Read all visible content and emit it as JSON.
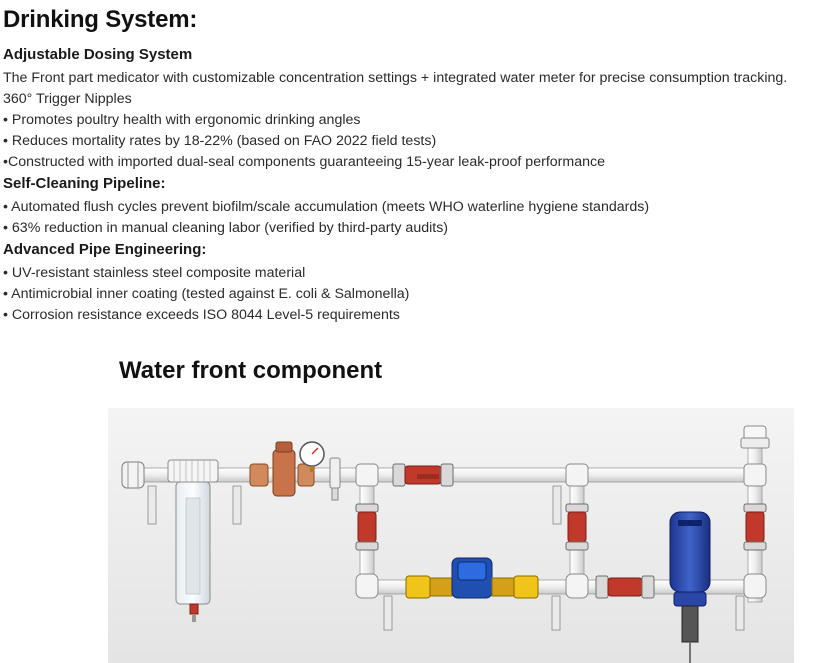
{
  "title": "Drinking System:",
  "lines": [
    {
      "text": "Adjustable Dosing System",
      "heading": true
    },
    {
      "text": "The Front part medicator with customizable concentration settings + integrated water meter for precise consumption tracking.",
      "heading": false
    },
    {
      "text": "360° Trigger Nipples",
      "heading": false
    },
    {
      "text": " • Promotes poultry health with ergonomic drinking angles",
      "heading": false
    },
    {
      "text": " • Reduces mortality rates by 18-22% (based on FAO 2022 field tests)",
      "heading": false
    },
    {
      "text": " •Constructed with imported dual-seal components guaranteeing 15-year leak-proof performance",
      "heading": false
    },
    {
      "text": "Self-Cleaning Pipeline:",
      "heading": true
    },
    {
      "text": " • Automated flush cycles prevent biofilm/scale accumulation (meets WHO waterline hygiene standards)",
      "heading": false
    },
    {
      "text": " • 63% reduction in manual cleaning labor (verified by third-party audits)",
      "heading": false
    },
    {
      "text": "Advanced Pipe Engineering:",
      "heading": true
    },
    {
      "text": " • UV-resistant stainless steel composite material",
      "heading": false
    },
    {
      "text": " • Antimicrobial inner coating (tested against E. coli & Salmonella)",
      "heading": false
    },
    {
      "text": " • Corrosion resistance exceeds ISO 8044 Level-5 requirements",
      "heading": false
    }
  ],
  "figure": {
    "title": "Water front component"
  },
  "colors": {
    "pipe": "#f2f2f2",
    "pipe_stroke": "#9a9a9a",
    "valve_red": "#c0392b",
    "meter_blue": "#1f4fb0",
    "brass": "#d4a017",
    "copper": "#c8734a",
    "medicator_blue": "#2a47a8"
  }
}
